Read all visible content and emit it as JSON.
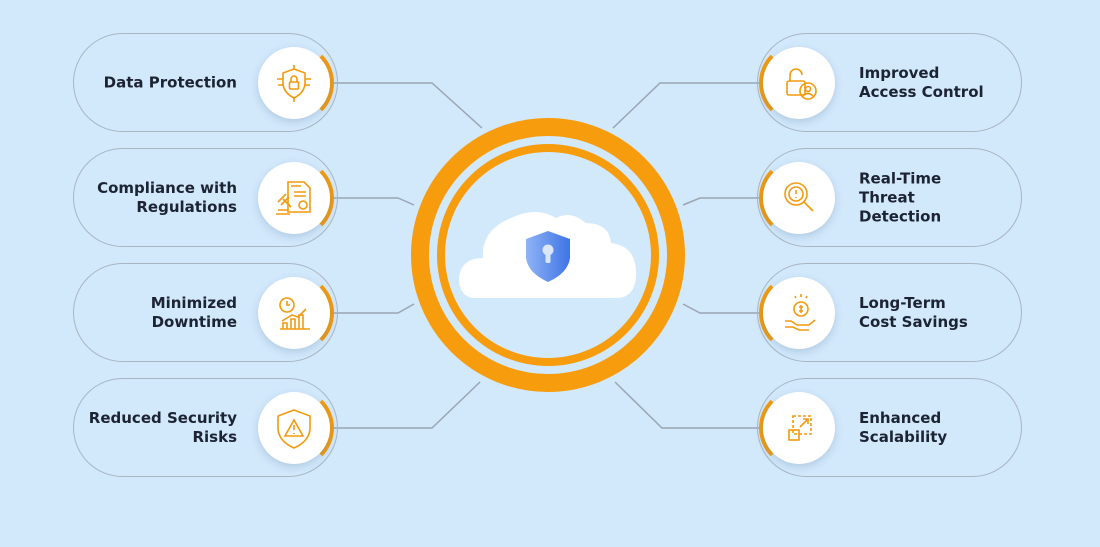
{
  "left_items": [
    {
      "label": "Data Protection",
      "icon": "shield-lock-circuit-icon"
    },
    {
      "label": "Compliance with Regulations",
      "icon": "gavel-document-icon"
    },
    {
      "label": "Minimized Downtime",
      "icon": "clock-chart-icon"
    },
    {
      "label": "Reduced Security Risks",
      "icon": "warning-shield-icon"
    }
  ],
  "right_items": [
    {
      "label": "Improved Access Control",
      "icon": "unlock-user-icon"
    },
    {
      "label": "Real-Time Threat Detection",
      "icon": "magnifier-alert-icon"
    },
    {
      "label": "Long-Term Cost Savings",
      "icon": "hand-coin-icon"
    },
    {
      "label": "Enhanced Scalability",
      "icon": "scale-arrow-icon"
    }
  ],
  "center": {
    "icon": "cloud-shield-keyhole-icon"
  },
  "colors": {
    "accent": "#f29a0e",
    "background": "#d2e8fb",
    "text": "#1c2333",
    "shield": "#4a7fe8"
  }
}
